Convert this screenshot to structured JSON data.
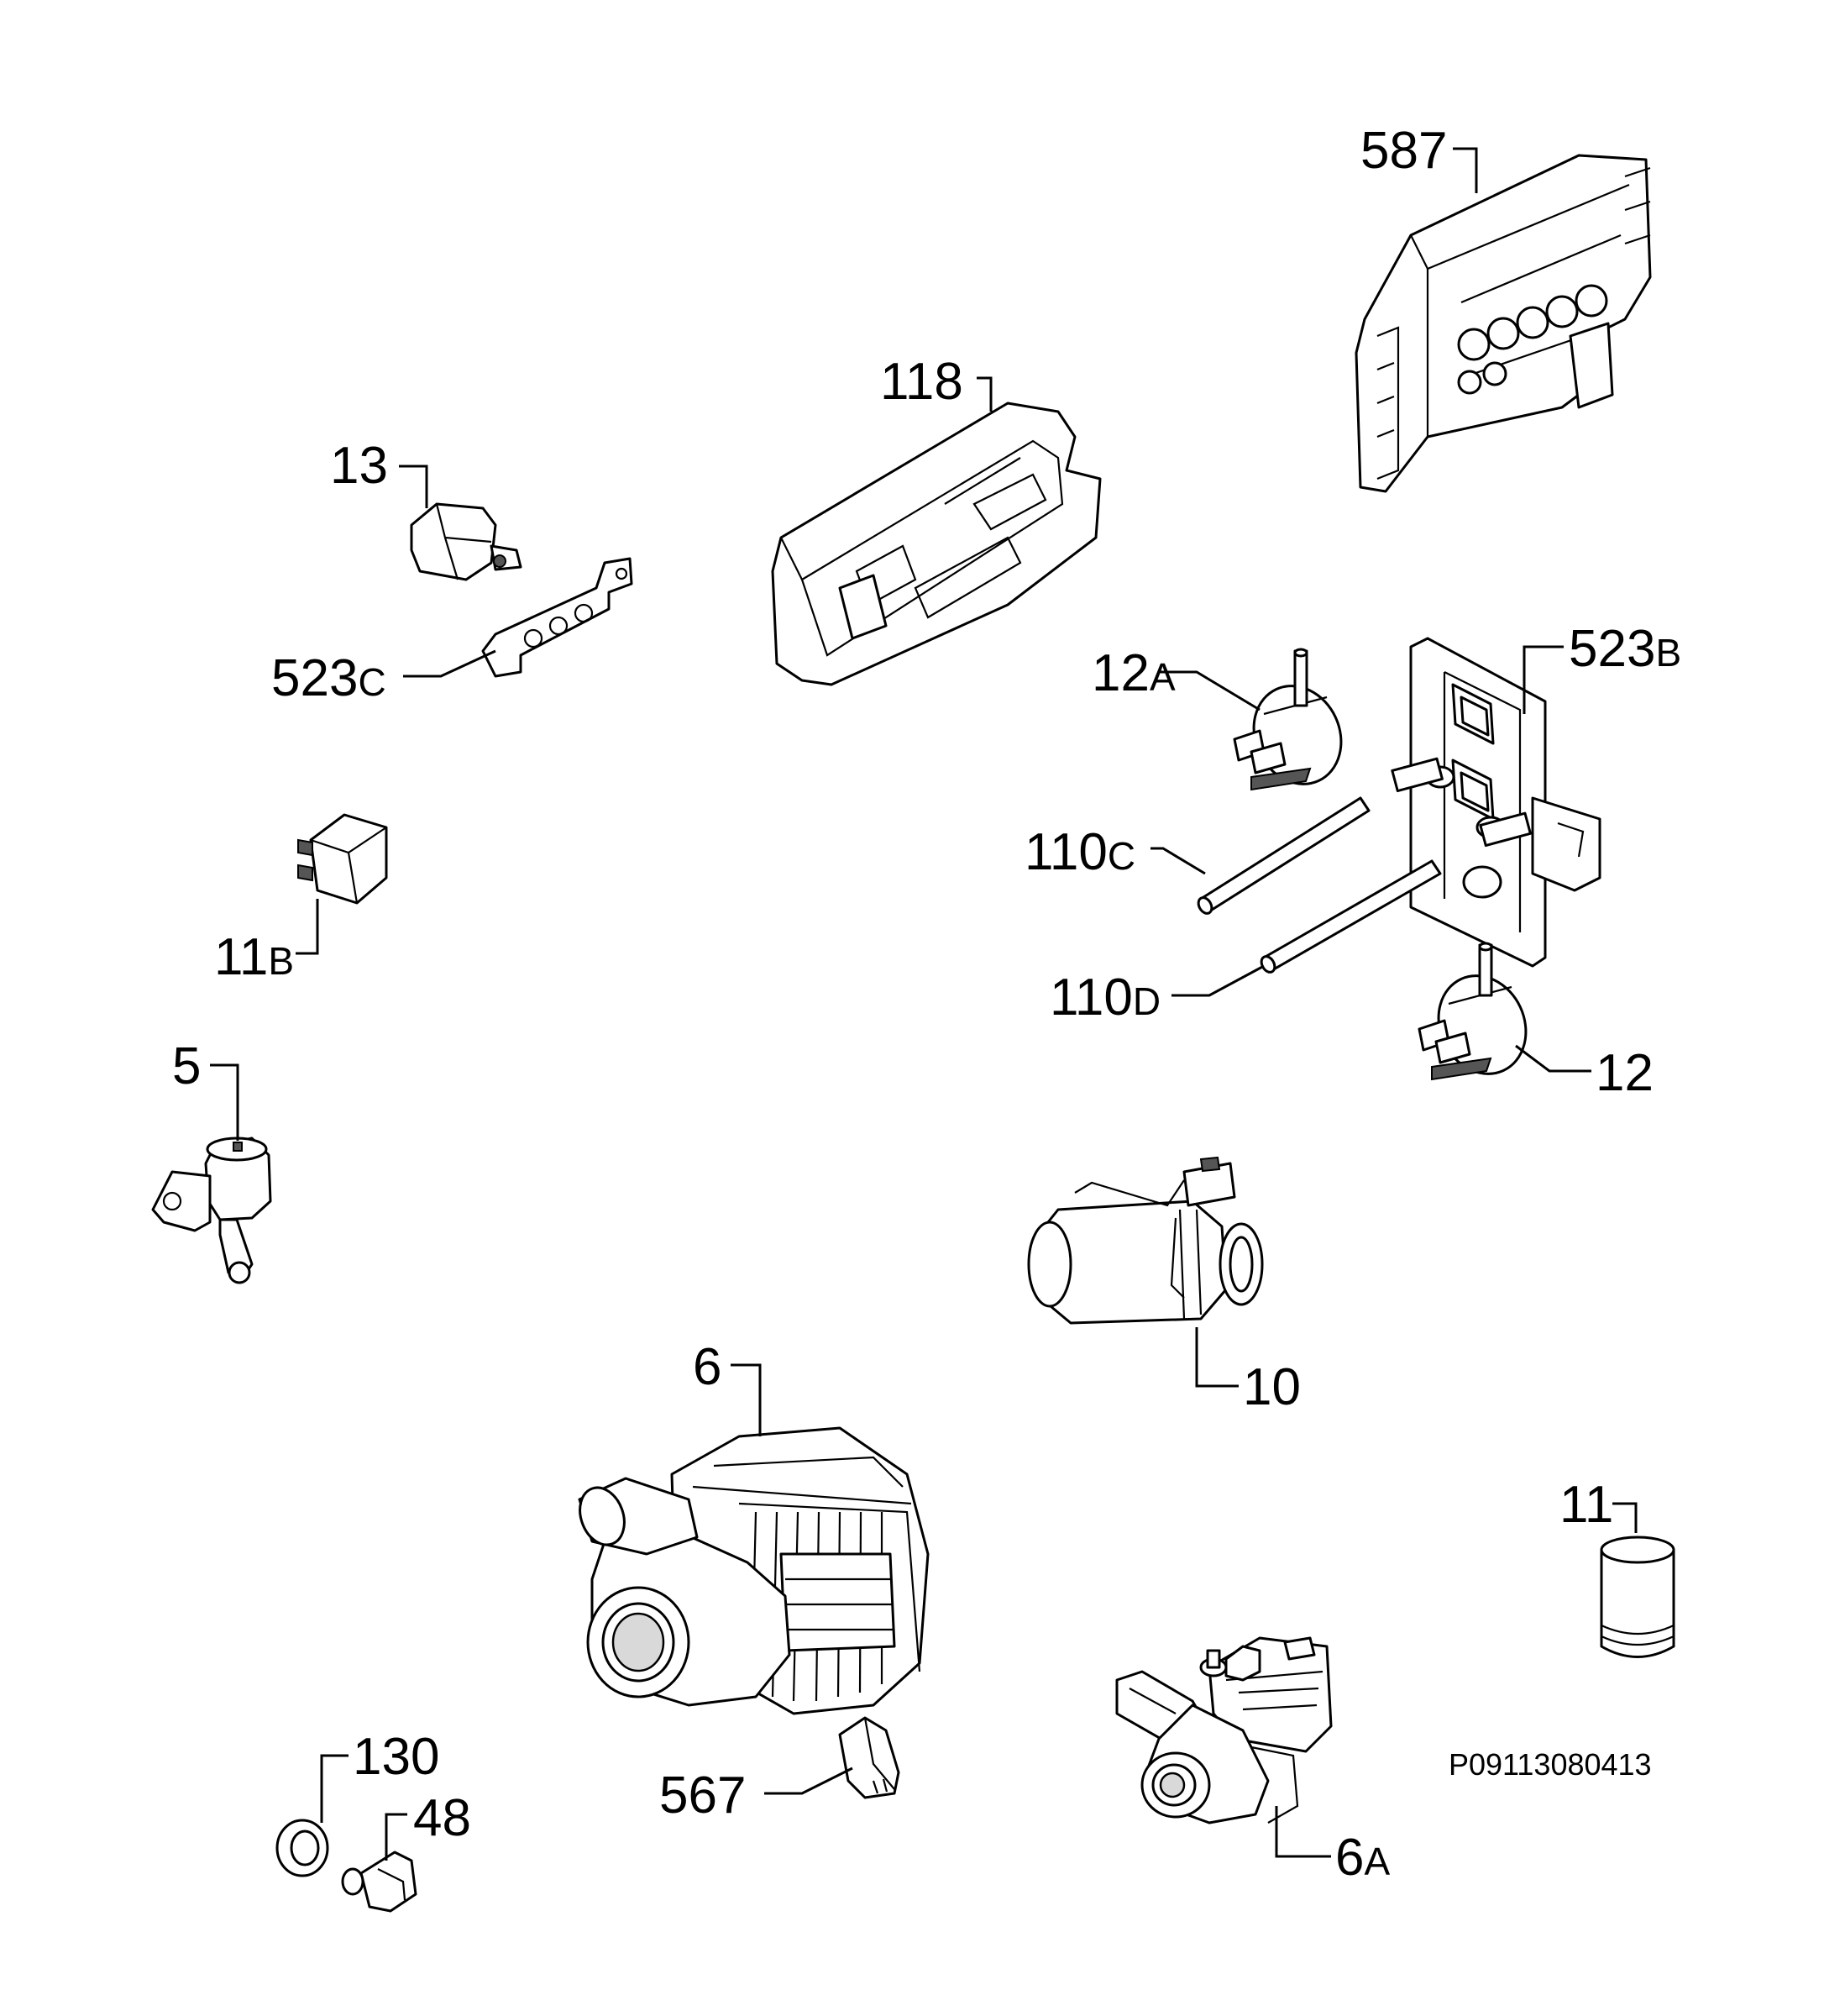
{
  "reference_code": "P09113080413",
  "parts": {
    "p587": {
      "num": "587",
      "suffix": ""
    },
    "p118": {
      "num": "118",
      "suffix": ""
    },
    "p13": {
      "num": "13",
      "suffix": ""
    },
    "p523c": {
      "num": "523",
      "suffix": "C"
    },
    "p12a": {
      "num": "12",
      "suffix": "A"
    },
    "p523b": {
      "num": "523",
      "suffix": "B"
    },
    "p110c": {
      "num": "110",
      "suffix": "C"
    },
    "p110d": {
      "num": "110",
      "suffix": "D"
    },
    "p12": {
      "num": "12",
      "suffix": ""
    },
    "p11b": {
      "num": "11",
      "suffix": "B"
    },
    "p5": {
      "num": "5",
      "suffix": ""
    },
    "p10": {
      "num": "10",
      "suffix": ""
    },
    "p6": {
      "num": "6",
      "suffix": ""
    },
    "p11": {
      "num": "11",
      "suffix": ""
    },
    "p130": {
      "num": "130",
      "suffix": ""
    },
    "p48": {
      "num": "48",
      "suffix": ""
    },
    "p567": {
      "num": "567",
      "suffix": ""
    },
    "p6a": {
      "num": "6",
      "suffix": "A"
    }
  }
}
